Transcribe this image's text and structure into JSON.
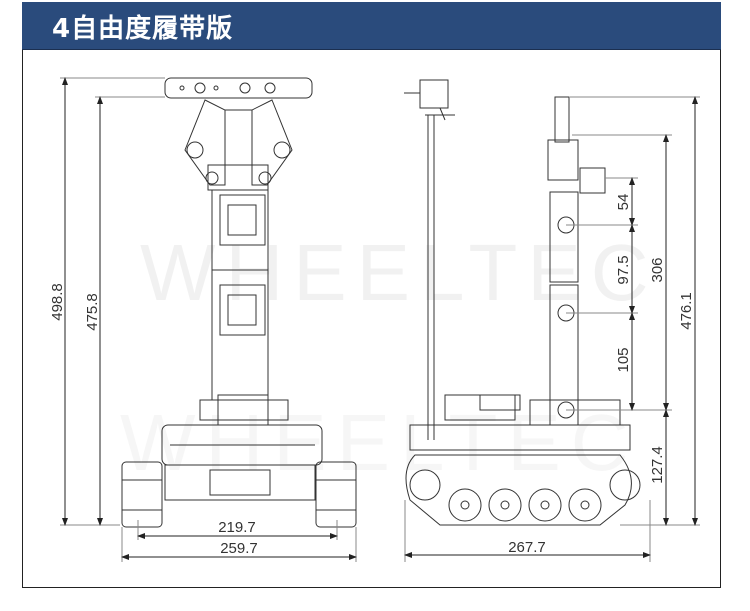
{
  "header": {
    "title": "4自由度履带版"
  },
  "watermark": "WHEELTEC",
  "colors": {
    "header_bg": "#2a4b7c",
    "line": "#333333"
  },
  "front_view": {
    "overall_height": "498.8",
    "body_height": "475.8",
    "inner_width": "219.7",
    "outer_width": "259.7"
  },
  "side_view": {
    "length": "267.7"
  },
  "arm_view": {
    "total_height": "476.1",
    "arm_height": "306",
    "wrist_seg": "54",
    "upper_seg": "97.5",
    "lower_seg": "105",
    "base_height": "127.4"
  }
}
